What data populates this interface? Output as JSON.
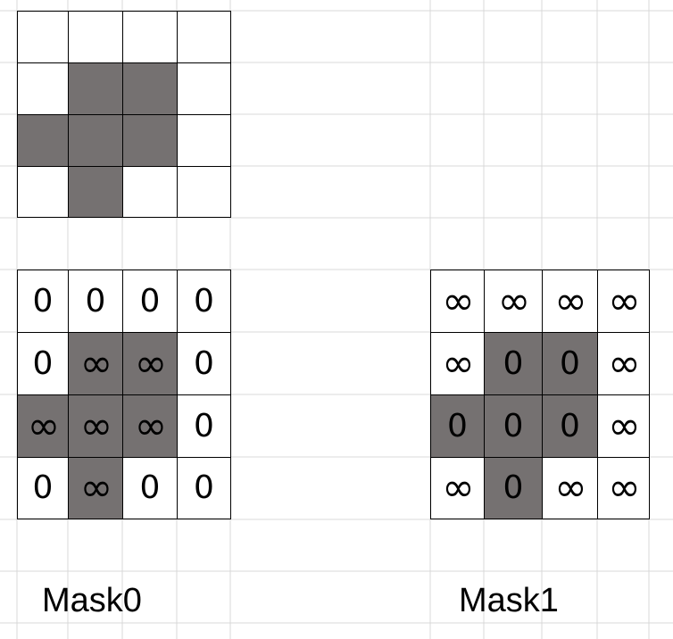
{
  "colors": {
    "fill": "#757171",
    "empty": "#ffffff",
    "line": "#000000",
    "background_grid": "#d9d9d9"
  },
  "pattern": {
    "filled": [
      [
        false,
        false,
        false,
        false
      ],
      [
        false,
        true,
        true,
        false
      ],
      [
        true,
        true,
        true,
        false
      ],
      [
        false,
        true,
        false,
        false
      ]
    ]
  },
  "mask0": {
    "label": "Mask0",
    "values": [
      [
        "0",
        "0",
        "0",
        "0"
      ],
      [
        "0",
        "∞",
        "∞",
        "0"
      ],
      [
        "∞",
        "∞",
        "∞",
        "0"
      ],
      [
        "0",
        "∞",
        "0",
        "0"
      ]
    ]
  },
  "mask1": {
    "label": "Mask1",
    "values": [
      [
        "∞",
        "∞",
        "∞",
        "∞"
      ],
      [
        "∞",
        "0",
        "0",
        "∞"
      ],
      [
        "0",
        "0",
        "0",
        "∞"
      ],
      [
        "∞",
        "0",
        "∞",
        "∞"
      ]
    ]
  }
}
